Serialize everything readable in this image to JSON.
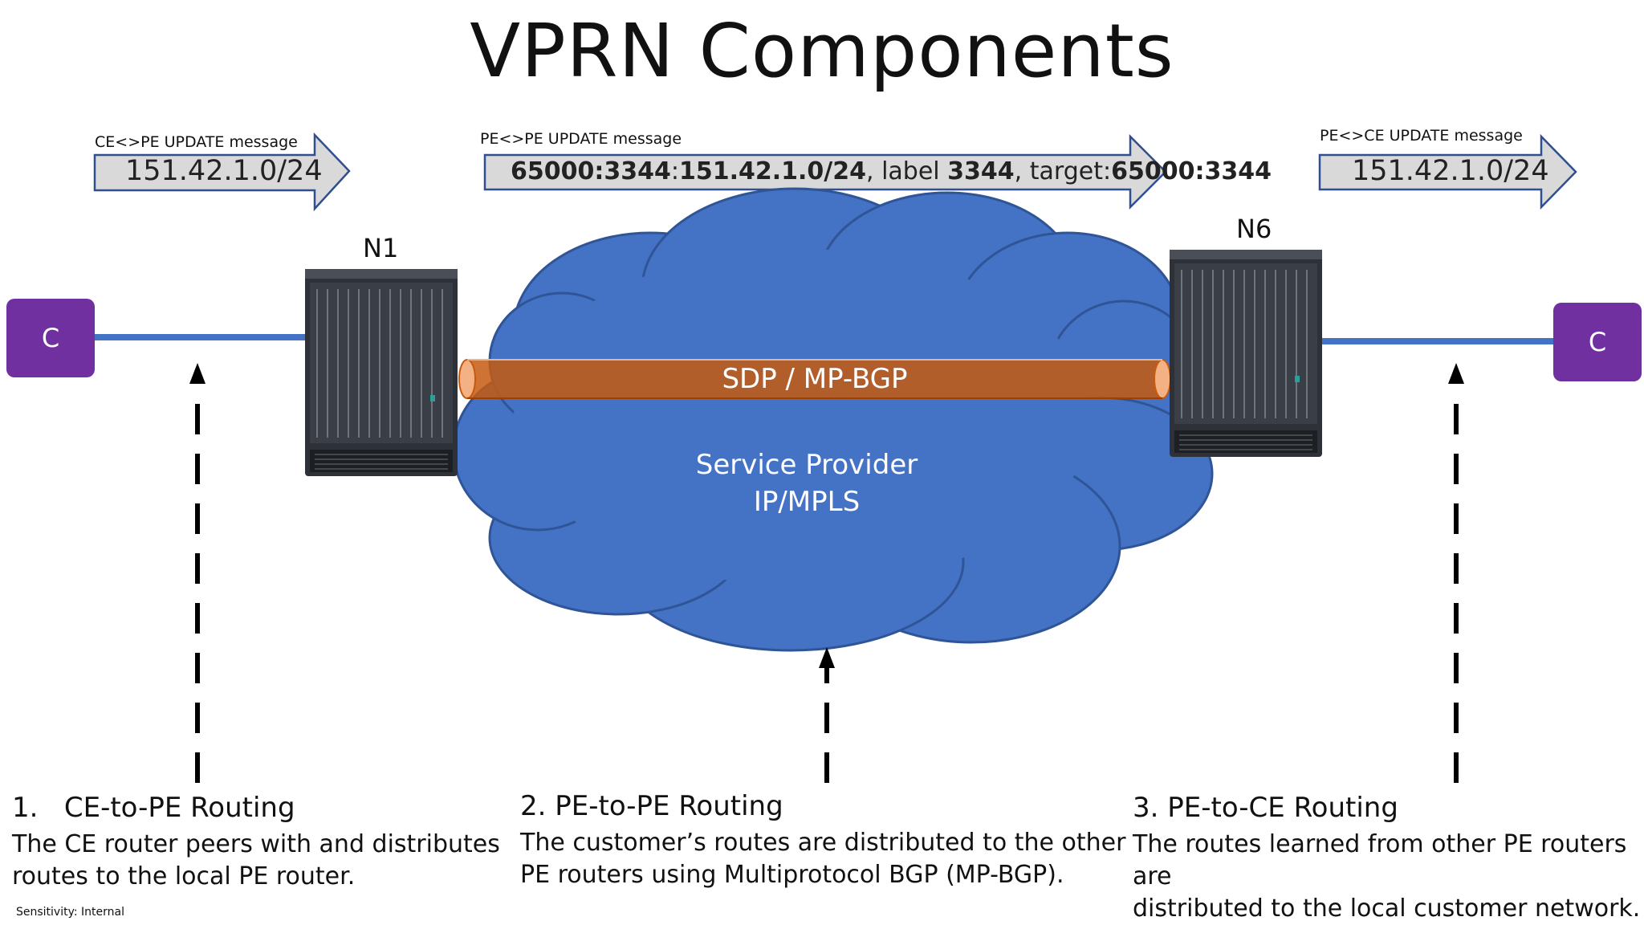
{
  "title": "VPRN Components",
  "messages": {
    "ce_pe": {
      "caption": "CE<>PE UPDATE message",
      "route": "151.42.1.0/24"
    },
    "pe_pe": {
      "caption": "PE<>PE UPDATE message",
      "rd_prefix": "65000:3344",
      "sep1": ":",
      "prefix": "151.42.1.0/24",
      "label_text": ", label ",
      "label_value": "3344",
      "target_text": ", target:",
      "target_value": "65000:3344"
    },
    "pe_ce": {
      "caption": "PE<>CE UPDATE message",
      "route": "151.42.1.0/24"
    }
  },
  "nodes": {
    "left_pe": "N1",
    "right_pe": "N6",
    "left_ce": "C",
    "right_ce": "C"
  },
  "tunnel_label": "SDP / MP-BGP",
  "cloud": {
    "line1": "Service Provider",
    "line2": "IP/MPLS"
  },
  "steps": [
    {
      "title": "1.   CE-to-PE Routing",
      "line1": "The CE router peers with and distributes",
      "line2": "routes to the local PE router."
    },
    {
      "title": "2. PE-to-PE Routing",
      "line1": "The customer’s routes are distributed to the other",
      "line2": "PE routers using Multiprotocol BGP (MP-BGP)."
    },
    {
      "title": "3. PE-to-CE Routing",
      "line1": "The routes learned from other PE routers are",
      "line2": "distributed to the local customer network."
    }
  ],
  "footer": "Sensitivity: Internal",
  "colors": {
    "cloud": "#4472c4",
    "tunnel": "#c55a11",
    "ce": "#7030a0",
    "arrow_fill": "#d9d9d9",
    "link": "#4472c4"
  }
}
